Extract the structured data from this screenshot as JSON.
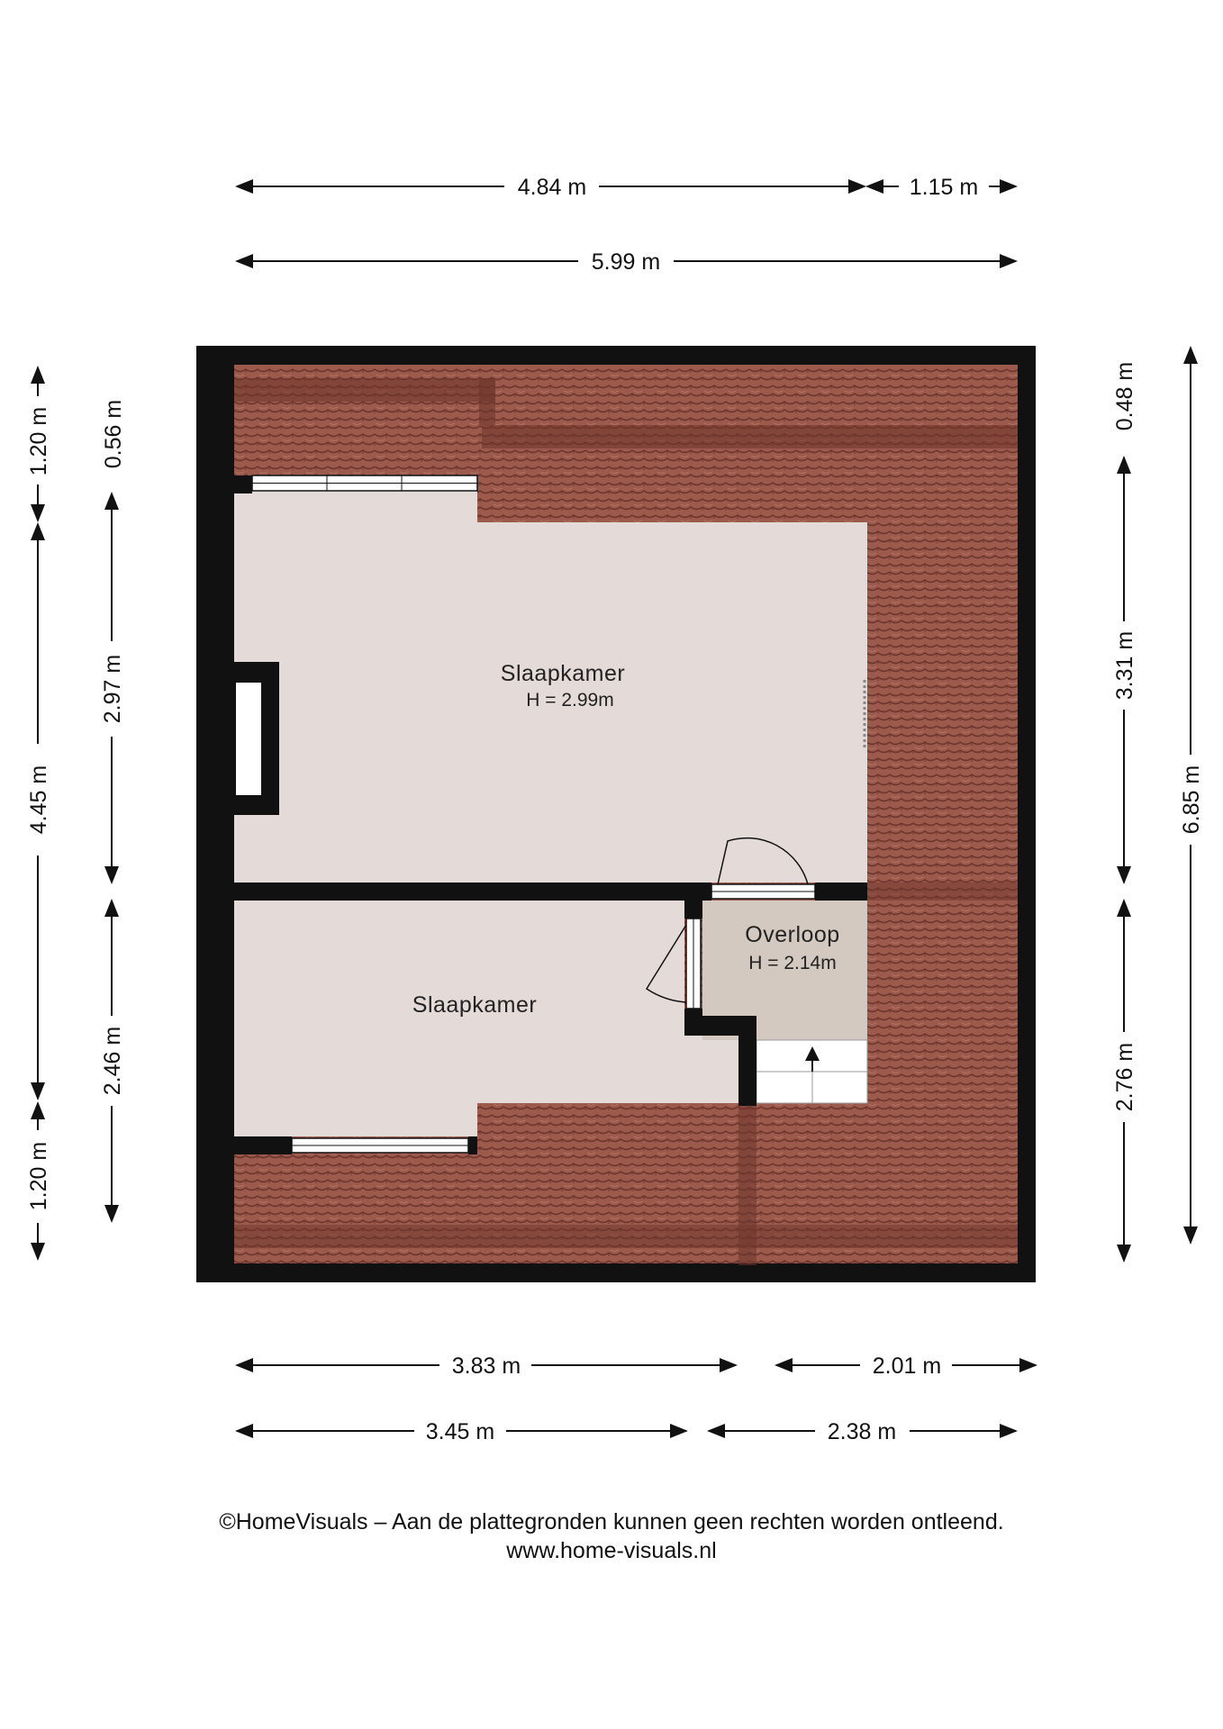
{
  "rooms": [
    {
      "name": "Slaapkamer",
      "height": "H = 2.99m"
    },
    {
      "name": "Slaapkamer",
      "height": ""
    },
    {
      "name": "Overloop",
      "height": "H = 2.14m"
    }
  ],
  "dimensions": {
    "top_row1_left": "4.84 m",
    "top_row1_right": "1.15 m",
    "top_row2": "5.99 m",
    "left_outer_top": "1.20 m",
    "left_outer_mid": "4.45 m",
    "left_outer_bottom": "1.20 m",
    "left_inner_top": "0.56 m",
    "left_inner_mid": "2.97 m",
    "left_inner_bottom": "2.46 m",
    "right_inner_top": "0.48 m",
    "right_inner_mid": "3.31 m",
    "right_inner_bottom": "2.76 m",
    "right_outer": "6.85 m",
    "bottom_row1_left": "3.83 m",
    "bottom_row1_right": "2.01 m",
    "bottom_row2_left": "3.45 m",
    "bottom_row2_right": "2.38 m"
  },
  "footer": {
    "copyright": "©HomeVisuals – Aan de plattegronden kunnen geen rechten worden ontleend.",
    "website": "www.home-visuals.nl"
  },
  "colors": {
    "wall": "#111111",
    "floor": "#e4dbd8",
    "floor_overloop": "#d4c9c0",
    "roof_tile": "#9a574b",
    "roof_tile_dark": "#7a3e34"
  }
}
